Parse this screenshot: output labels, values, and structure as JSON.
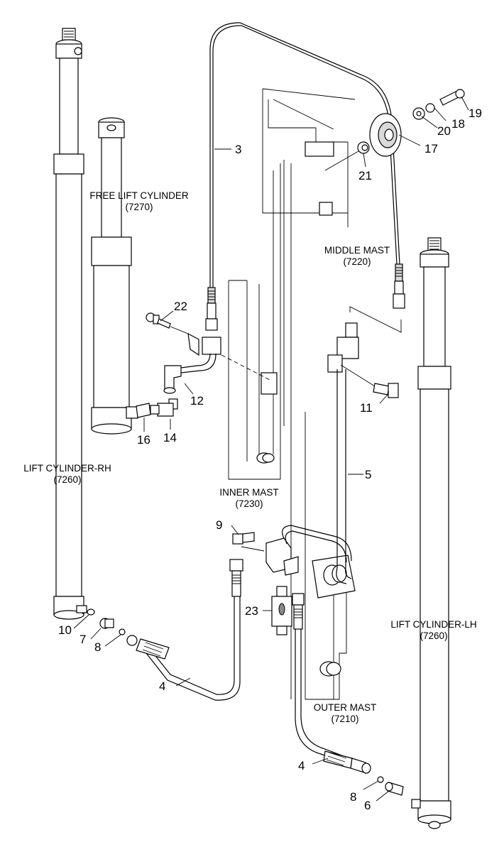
{
  "components": {
    "lift_cylinder_rh": {
      "name": "LIFT CYLINDER-RH",
      "code": "(7260)"
    },
    "free_lift_cylinder": {
      "name": "FREE LIFT CYLINDER",
      "code": "(7270)"
    },
    "middle_mast": {
      "name": "MIDDLE MAST",
      "code": "(7220)"
    },
    "inner_mast": {
      "name": "INNER MAST",
      "code": "(7230)"
    },
    "outer_mast": {
      "name": "OUTER MAST",
      "code": "(7210)"
    },
    "lift_cylinder_lh": {
      "name": "LIFT CYLINDER-LH",
      "code": "(7260)"
    }
  },
  "callouts": {
    "c3": "3",
    "c17": "17",
    "c18": "18",
    "c19": "19",
    "c20": "20",
    "c21": "21",
    "c22": "22",
    "c12": "12",
    "c14": "14",
    "c16": "16",
    "c11": "11",
    "c5": "5",
    "c9": "9",
    "c23": "23",
    "c10": "10",
    "c7": "7",
    "c8a": "8",
    "c4a": "4",
    "c4b": "4",
    "c8b": "8",
    "c6": "6"
  }
}
